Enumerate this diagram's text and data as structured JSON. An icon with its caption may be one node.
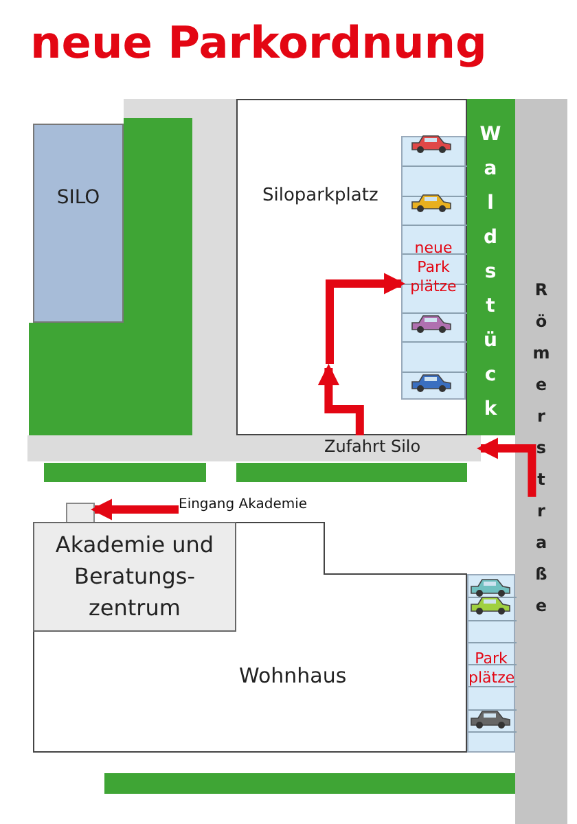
{
  "diagram": {
    "title": "neue Parkordnung",
    "nodes": [
      {
        "text": [
          "SILO"
        ]
      },
      {
        "text": [
          "Siloparkplatz"
        ]
      },
      {
        "text": [
          "neue Park plätze"
        ],
        "in": 1
      },
      {
        "text": [
          "Waldstück"
        ]
      },
      {
        "text": [
          "Römerstraße"
        ]
      },
      {
        "text": [
          "Zufahrt Silo"
        ]
      },
      {
        "text": [],
        "shape": "box"
      },
      {
        "text": [
          "Eingang Akademie"
        ]
      },
      {
        "text": [
          "Wohnhaus"
        ]
      },
      {
        "text": [
          "Akademie und Beratungs- zentrum"
        ],
        "in": 8
      },
      {
        "text": [
          "Park plätze"
        ]
      }
    ],
    "edges": [
      {
        "from": 4,
        "to": 5,
        "arrow": "to"
      },
      {
        "from": 5,
        "to": 1,
        "arrow": "to"
      },
      {
        "from": null,
        "to": 2,
        "arrow": "to"
      },
      {
        "from": 7,
        "to": 6,
        "arrow": "to"
      }
    ]
  }
}
